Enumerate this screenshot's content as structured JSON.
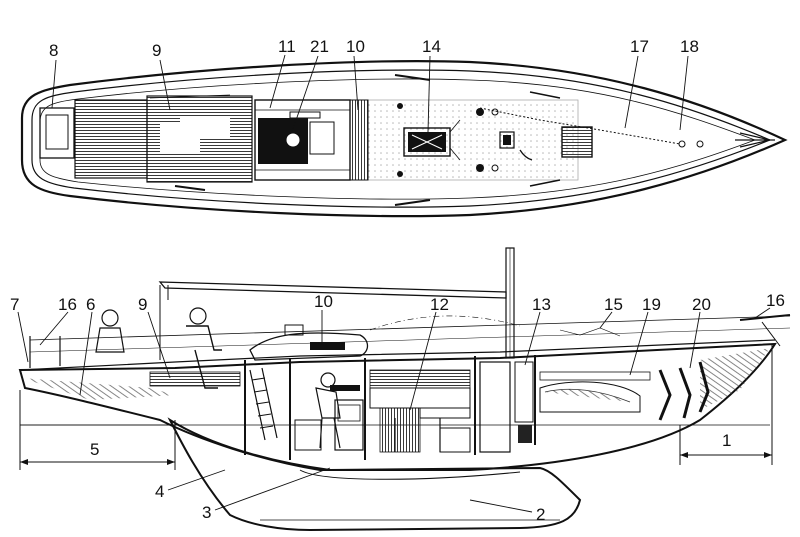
{
  "labels": {
    "plan_8": "8",
    "plan_9": "9",
    "plan_11": "11",
    "plan_21": "21",
    "plan_10": "10",
    "plan_14": "14",
    "plan_17": "17",
    "plan_18": "18",
    "side_7": "7",
    "side_16_stern": "16",
    "side_6": "6",
    "side_9": "9",
    "side_10": "10",
    "side_12": "12",
    "side_13": "13",
    "side_15": "15",
    "side_19": "19",
    "side_20": "20",
    "side_16_bow": "16",
    "side_5": "5",
    "side_1": "1",
    "side_4": "4",
    "side_3": "3",
    "side_2": "2"
  }
}
